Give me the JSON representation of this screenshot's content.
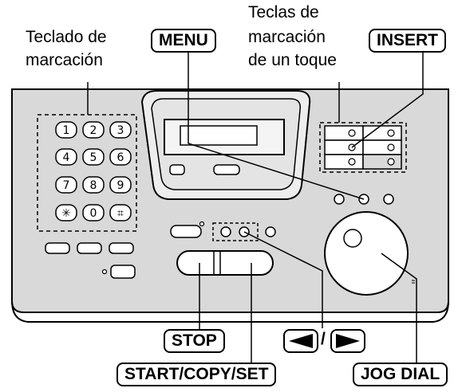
{
  "labels": {
    "keypad_line1": "Teclado de",
    "keypad_line2": "marcación",
    "onetouch_line1": "Teclas de",
    "onetouch_line2": "marcación",
    "onetouch_line3": "de un toque"
  },
  "buttons": {
    "menu": "MENU",
    "insert": "INSERT",
    "stop": "STOP",
    "start_copy_set": "START/COPY/SET",
    "jog_dial": "JOG DIAL",
    "nav_separator": "/"
  },
  "keypad_keys": [
    "1",
    "2",
    "3",
    "4",
    "5",
    "6",
    "7",
    "8",
    "9",
    "✳",
    "0",
    "⌗"
  ],
  "icons": {
    "nav_left": "left-triangle-icon",
    "nav_right": "right-triangle-icon"
  },
  "colors": {
    "panel_fill": "#d9d9d9",
    "line": "#000000",
    "button_fill": "#ffffff"
  }
}
